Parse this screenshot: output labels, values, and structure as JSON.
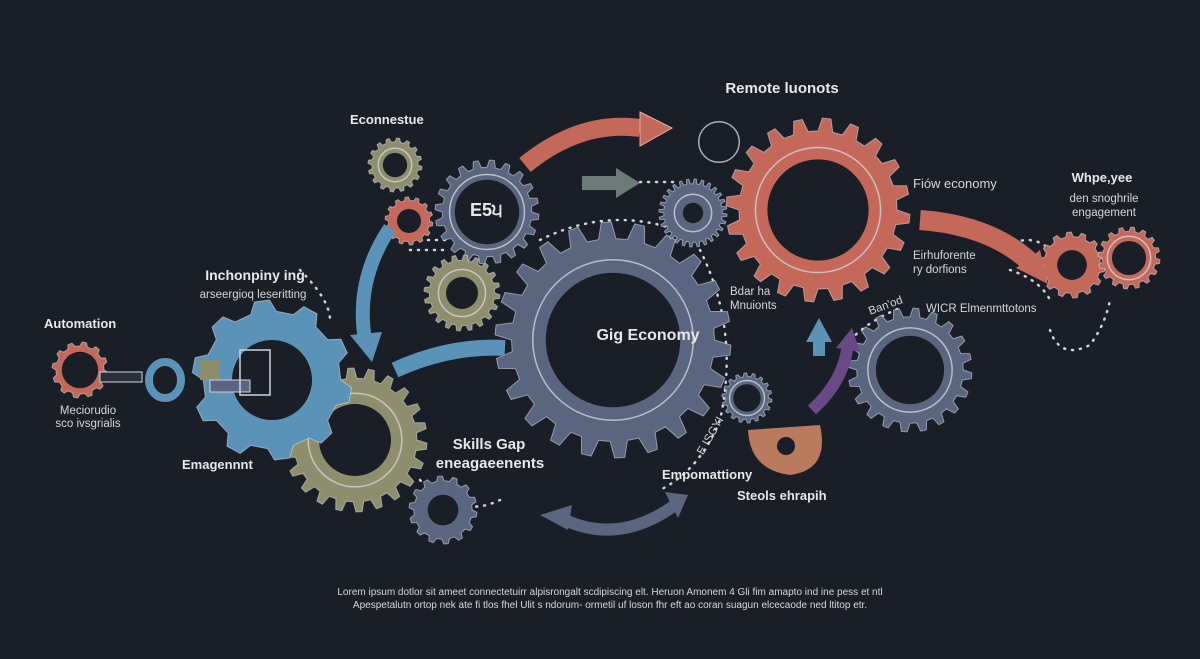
{
  "colors": {
    "background": "#1a1e27",
    "slate": "#5a6580",
    "slate_light": "#6b7691",
    "terracotta": "#c4685a",
    "olive": "#8f8e6c",
    "blue": "#5b93b8",
    "purple": "#6a4a86",
    "tan": "#b97a5e",
    "outline": "#cfd4dc",
    "text": "#e8e8e8"
  },
  "labels": {
    "center_gear": "Gig Economy",
    "top_left_gear": "E5੫",
    "econnestue": "Econnestue",
    "remote": "Remote luonots",
    "gig_right": "Fiów economy",
    "whpe_title": "Whpe,yee",
    "whpe_sub1": "den snoghrile",
    "whpe_sub2": "engagement",
    "eirhu1": "Eirhuforente",
    "eirhu2": "ry dorfions",
    "wicr": "WICR  Elmenmttotons",
    "band": "Ban'od",
    "bdar1": "Bdar ha",
    "bdar2": "Mnuionts",
    "inch_title": "Inchonpiny ing",
    "inch_sub": "arseergioq  leseritting",
    "automation": "Automation",
    "auto_sub1": "Meciorudio",
    "auto_sub2": "sco ivsgrialis",
    "emagennt": "Emagennnt",
    "skills1": "Skills Gap",
    "skills2": "eneagaeenents",
    "empomattiony": "Empomattiony",
    "steols": "Steols ehrapih",
    "isgyi": "E ISGYI"
  },
  "caption": "Lorem ipsum dotlor sit ameet connectetuirr alpisrongalt scdipiscing elt. Heruon Amonem 4 Gli fim amapto ind ine pess et ntl Apespetalutn ortop nek ate fi tlos fhel Ulit s ndorum- ormetil uf loson fhr eft ao coran suagun elcecaode ned ltitop etr."
}
